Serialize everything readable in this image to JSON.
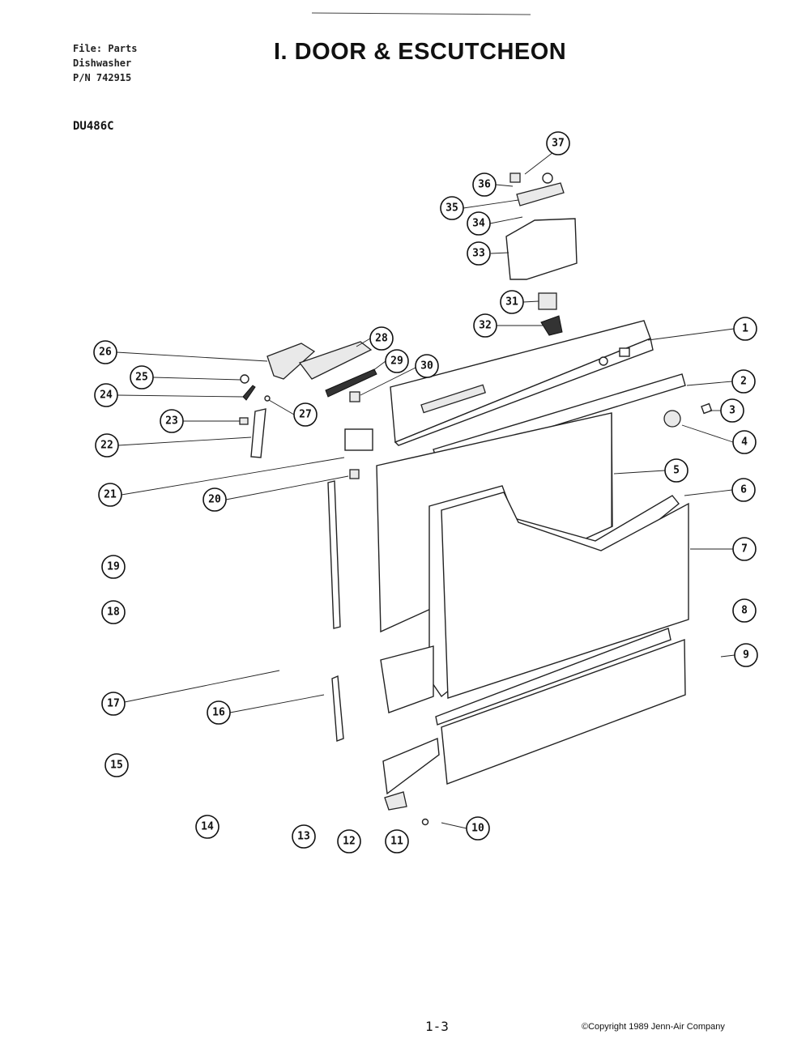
{
  "header": {
    "file_line": "File: Parts",
    "product_line": "Dishwasher",
    "pn_line": "P/N 742915",
    "title": "I. DOOR & ESCUTCHEON",
    "model": "DU486C"
  },
  "footer": {
    "page_number": "1-3",
    "copyright": "©Copyright 1989 Jenn-Air Company"
  },
  "callouts": [
    "1",
    "2",
    "3",
    "4",
    "5",
    "6",
    "7",
    "8",
    "9",
    "10",
    "11",
    "12",
    "13",
    "14",
    "15",
    "16",
    "17",
    "18",
    "19",
    "20",
    "21",
    "22",
    "23",
    "24",
    "25",
    "26",
    "27",
    "28",
    "29",
    "30",
    "31",
    "32",
    "33",
    "34",
    "35",
    "36",
    "37"
  ]
}
